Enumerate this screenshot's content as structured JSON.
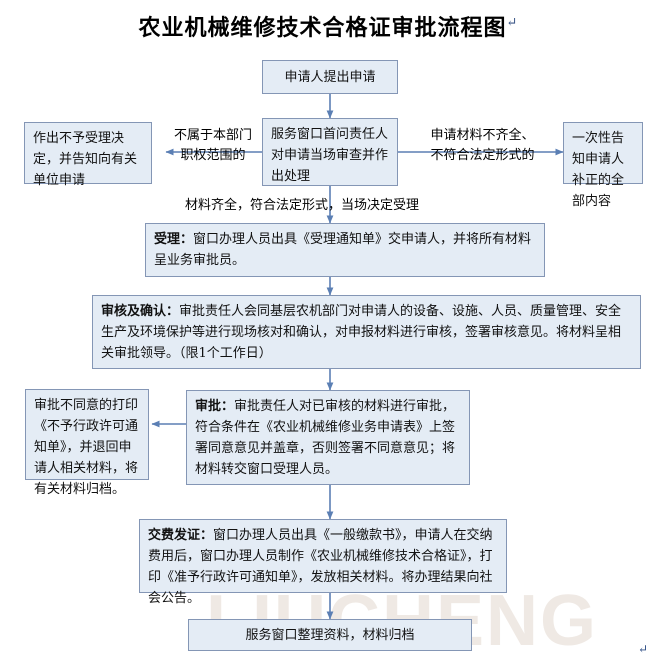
{
  "page": {
    "title": "农业机械维修技术合格证审批流程图",
    "title_mark": "↵",
    "watermark": "LIUCHENG",
    "colors": {
      "box_fill": "#e4ecf5",
      "box_border": "#8496b5",
      "connector": "#5b7fb4",
      "watermark": "#efe9e4",
      "text": "#111111"
    }
  },
  "nodes": {
    "applicant": {
      "label": "申请人提出申请"
    },
    "first_ask": {
      "label": "服务窗口首问责任人对申请当场审查并作出处理"
    },
    "reject": {
      "label": "作出不予受理决定，并告知向有关单位申请"
    },
    "notify_once": {
      "label": "一次性告知申请人补正的全部内容"
    },
    "accept": {
      "title": "受理：",
      "body": "窗口办理人员出具《受理通知单》交申请人，并将所有材料呈业务审批员。"
    },
    "review_confirm": {
      "title": "审核及确认：",
      "body": "审批责任人会同基层农机部门对申请人的设备、设施、人员、质量管理、安全生产及环境保护等进行现场核对和确认，对申报材料进行审核，签署审核意见。将材料呈相关审批领导。（限1个工作日）"
    },
    "disapprove": {
      "label": "审批不同意的打印《不予行政许可通知单》，并退回申请人相关材料，将有关材料归档。"
    },
    "approval": {
      "title": "审批：",
      "body": "审批责任人对已审核的材料进行审批，符合条件在《农业机械维修业务申请表》上签署同意意见并盖章，否则签署不同意意见；将材料转交窗口受理人员。"
    },
    "pay_issue": {
      "title": "交费发证：",
      "body": "窗口办理人员出具《一般缴款书》，申请人在交纳费用后，窗口办理人员制作《农业机械维修技术合格证》，打印《准予行政许可通知单》，发放相关材料。将办理结果向社会公告。"
    },
    "archive": {
      "label": "服务窗口整理资料，材料归档"
    }
  },
  "edge_labels": {
    "out_of_scope": {
      "line1": "不属于本部门",
      "line2": "职权范围的"
    },
    "incomplete": {
      "line1": "申请材料不齐全、",
      "line2": "不符合法定形式的"
    },
    "complete": {
      "line1": "材料齐全，符合法定形式，当场决定受理"
    }
  },
  "marks": {
    "bottom_mark": "↵"
  }
}
